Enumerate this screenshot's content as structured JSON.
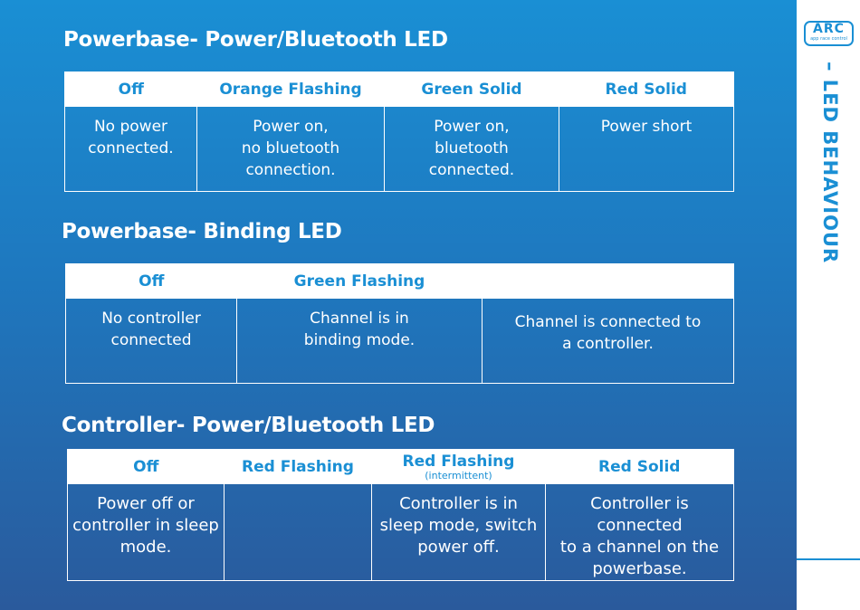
{
  "brand": {
    "logo": "ARC",
    "logo_tagline": "app race control"
  },
  "side_title": "– LED BEHAVIOUR",
  "sections": [
    {
      "title": "Powerbase- Power/Bluetooth LED",
      "headers": [
        "Off",
        "Orange Flashing",
        "Green Solid",
        "Red Solid"
      ],
      "cells": [
        "No power\nconnected.",
        "Power on,\nno bluetooth\nconnection.",
        "Power on,\nbluetooth\nconnected.",
        "Power short"
      ]
    },
    {
      "title": "Powerbase- Binding LED",
      "headers": [
        "Off",
        "Green Flashing",
        ""
      ],
      "cells": [
        "No controller\nconnected",
        "Channel is in\nbinding mode.",
        "Channel is connected to\na controller."
      ]
    },
    {
      "title": "Controller- Power/Bluetooth LED",
      "headers": [
        "Off",
        "Red Flashing",
        "Red Flashing",
        "Red Solid"
      ],
      "header_note": "(intermittent)",
      "cells": [
        "Power off or\ncontroller in sleep\nmode.",
        "",
        "Controller is in\nsleep mode, switch\npower off.",
        "Controller is connected\nto a channel on the\npowerbase."
      ]
    }
  ]
}
